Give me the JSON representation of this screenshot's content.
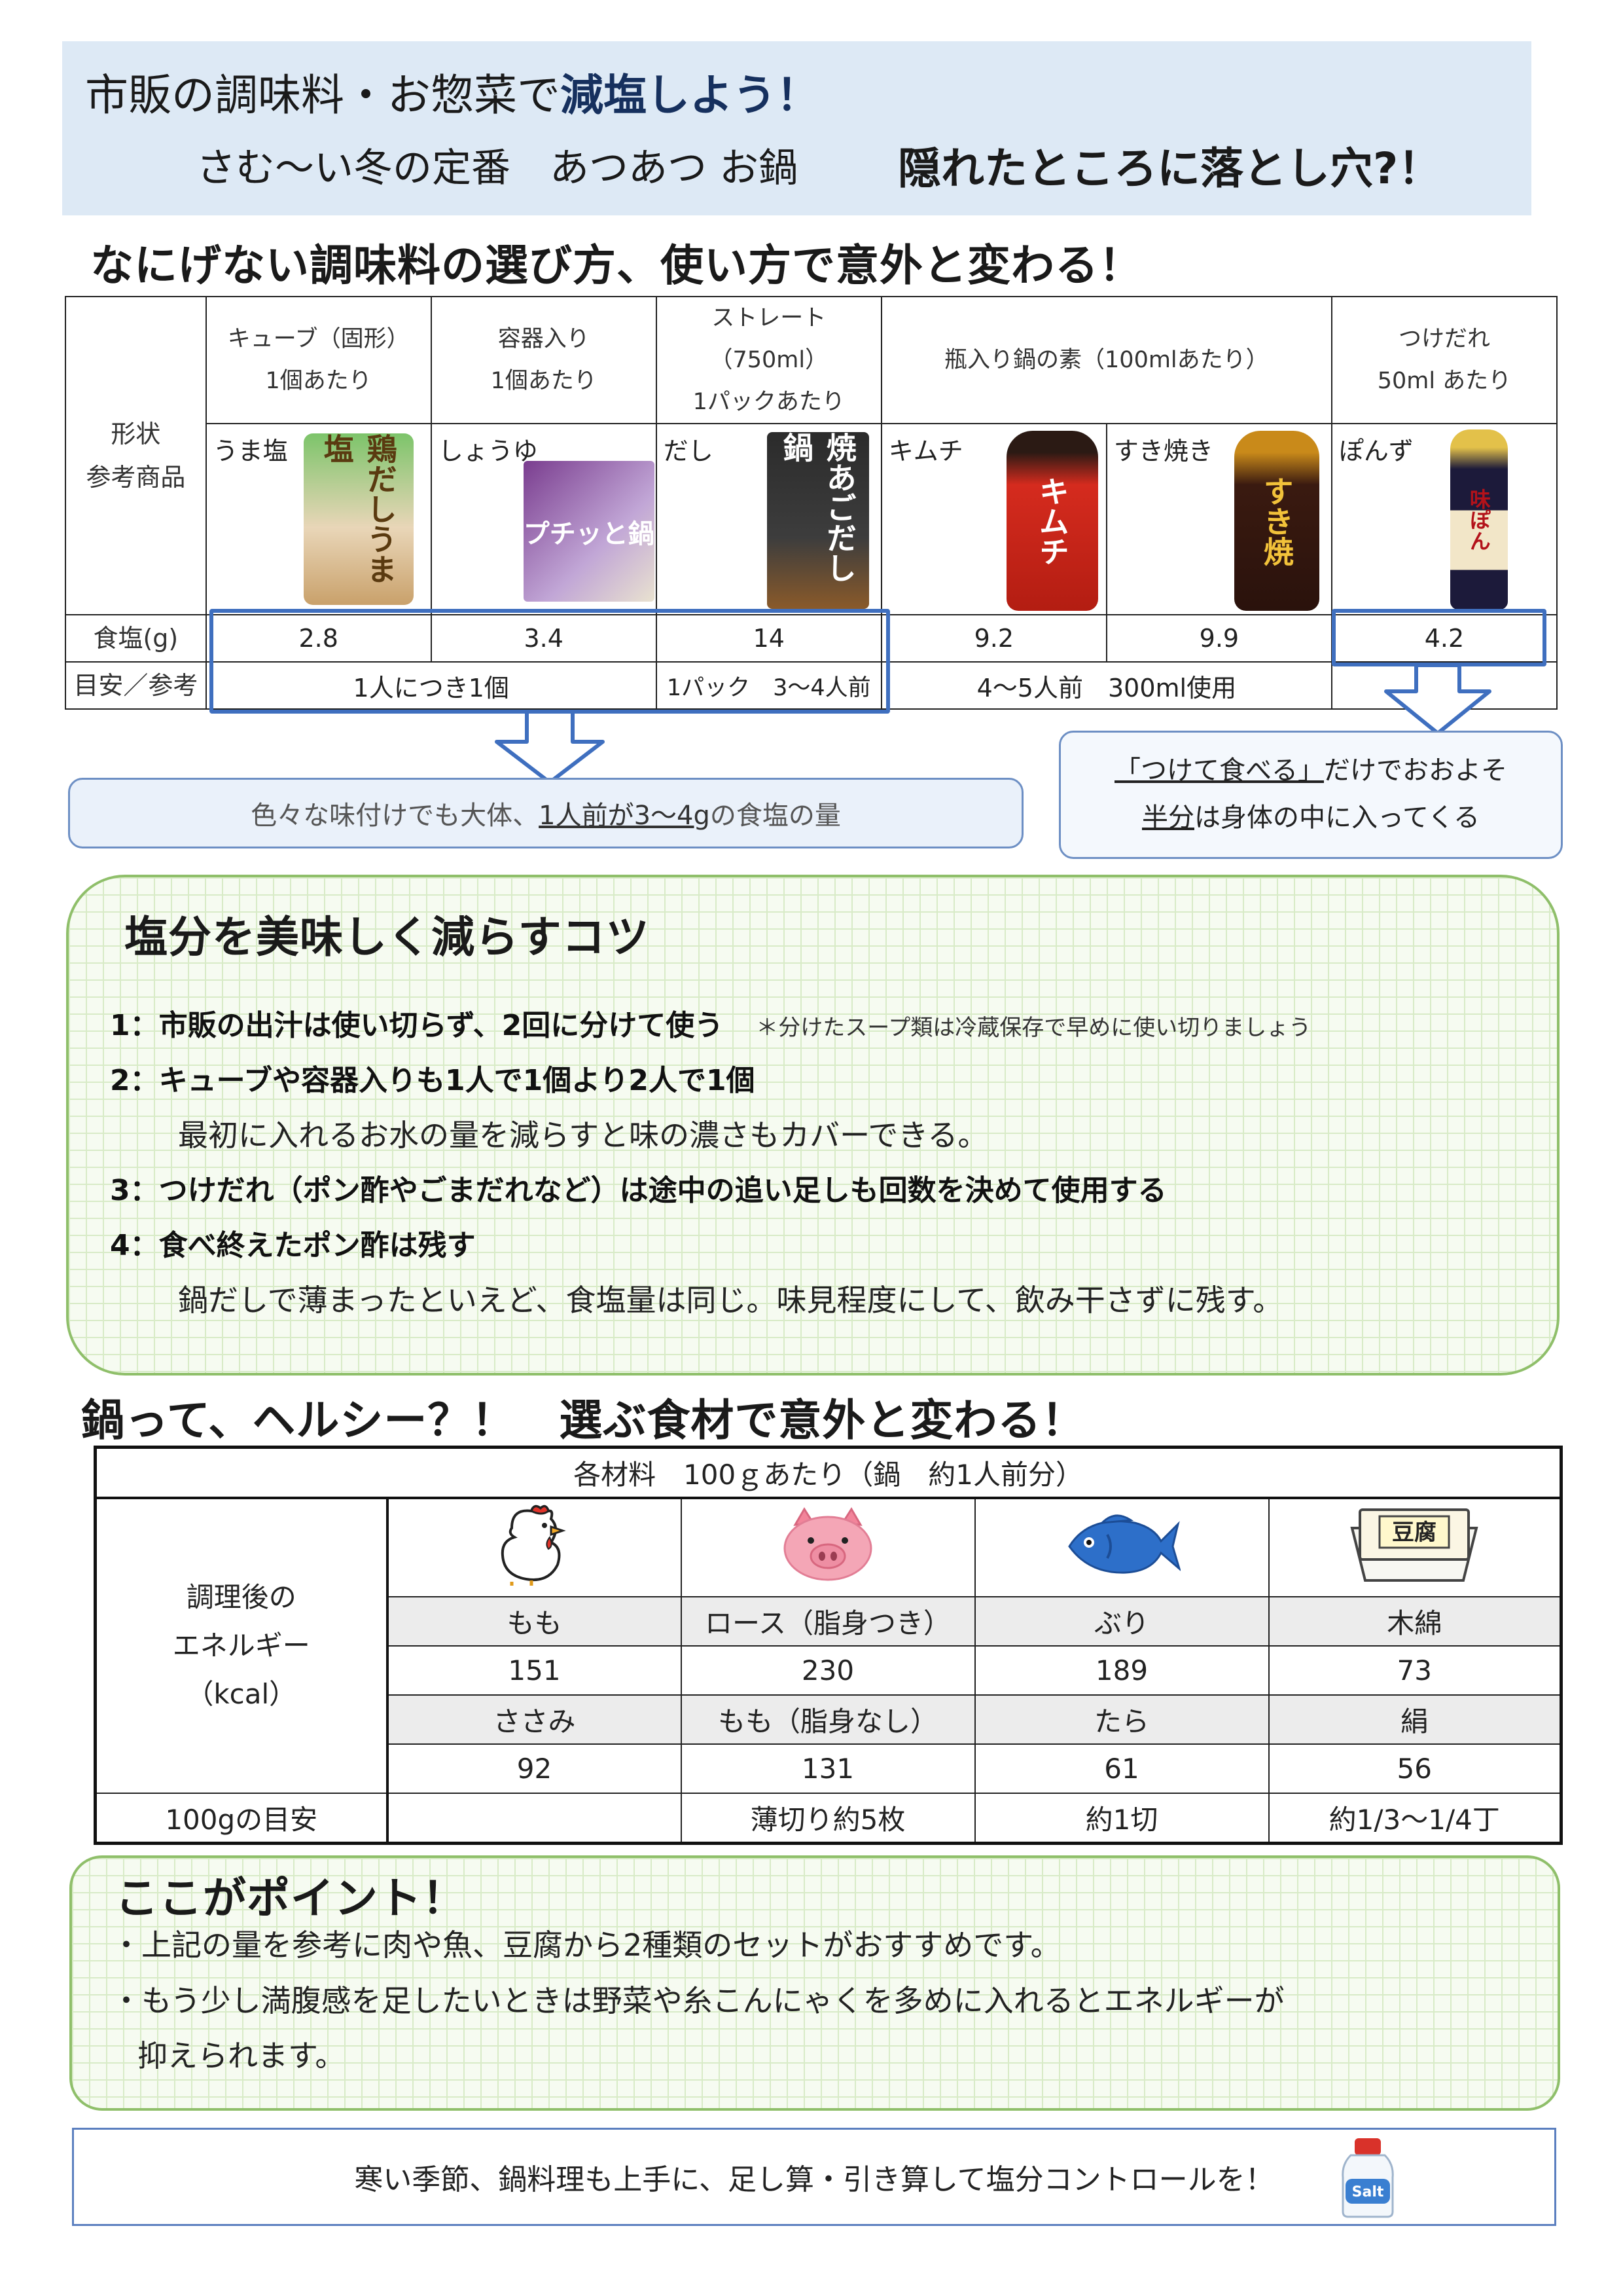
{
  "header": {
    "title_part1": "市販の調味料・お惣菜で",
    "title_part2": "減塩しよう！",
    "subtitle": "さむ〜い冬の定番　あつあつ お鍋",
    "subtitle_bold": "隠れたところに落とし穴?！"
  },
  "section1": {
    "heading": "なにげない調味料の選び方、使い方で意外と変わる！",
    "row_label_form": "形状",
    "row_label_product": "参考商品",
    "row_label_salt": "食塩(g)",
    "row_label_guide": "目安／参考",
    "col_headers": [
      {
        "line1": "キューブ（固形）",
        "line2": "1個あたり"
      },
      {
        "line1": "容器入り",
        "line2": "1個あたり"
      },
      {
        "line1": "ストレート",
        "line2": "（750ml）",
        "line3": "1パックあたり"
      },
      {
        "line1": "瓶入り鍋の素（100mlあたり）"
      },
      {
        "line1": "つけだれ",
        "line2": "50ml あたり"
      }
    ],
    "products": [
      {
        "label": "うま塩",
        "pkg_text": "鶏だしうま塩"
      },
      {
        "label": "しょうゆ",
        "pkg_text": "プチッと鍋"
      },
      {
        "label": "だし",
        "pkg_text": "焼あごだし鍋"
      },
      {
        "label": "キムチ",
        "pkg_text": "キムチ"
      },
      {
        "label": "すき焼き",
        "pkg_text": "すき焼"
      },
      {
        "label": "ぽんず",
        "pkg_text": "味ぽん"
      }
    ],
    "salt_values": [
      "2.8",
      "3.4",
      "14",
      "9.2",
      "9.9",
      "4.2"
    ],
    "guides": [
      "1人につき1個",
      "1パック　3〜4人前",
      "4〜5人前　300ml使用"
    ],
    "note1_pre": "色々な味付けでも大体、",
    "note1_underlined": "1人前が3〜4g",
    "note1_post": "の食塩の量",
    "note2_line1_underlined": "「つけて食べる」",
    "note2_line1_post": "だけでおおよそ",
    "note2_line2_underlined": "半分",
    "note2_line2_post": "は身体の中に入ってくる"
  },
  "tips": {
    "heading": "塩分を美味しく減らすコツ",
    "items": [
      {
        "text": "1：市販の出汁は使い切らず、2回に分けて使う",
        "note": "＊分けたスープ類は冷蔵保存で早めに使い切りましょう"
      },
      {
        "text": "2：キューブや容器入りも1人で1個より2人で1個",
        "sub": "最初に入れるお水の量を減らすと味の濃さもカバーできる。"
      },
      {
        "text": "3：つけだれ（ポン酢やごまだれなど）は途中の追い足しも回数を決めて使用する"
      },
      {
        "text": "4：食べ終えたポン酢は残す",
        "sub": "鍋だしで薄まったといえど、食塩量は同じ。味見程度にして、飲み干さずに残す。"
      }
    ]
  },
  "section2": {
    "heading": "鍋って、ヘルシー？！　選ぶ食材で意外と変わる！",
    "table_title": "各材料　100ｇあたり（鍋　約1人前分）",
    "row_label_lines": [
      "調理後の",
      "エネルギー",
      "（kcal）"
    ],
    "columns": [
      {
        "icon": "chicken-icon",
        "name1": "もも",
        "val1": "151",
        "name2": "ささみ",
        "val2": "92",
        "guide": ""
      },
      {
        "icon": "pig-icon",
        "name1": "ロース（脂身つき）",
        "val1": "230",
        "name2": "もも（脂身なし）",
        "val2": "131",
        "guide": "薄切り約5枚"
      },
      {
        "icon": "fish-icon",
        "name1": "ぶり",
        "val1": "189",
        "name2": "たら",
        "val2": "61",
        "guide": "約1切"
      },
      {
        "icon": "tofu-icon",
        "name1": "木綿",
        "val1": "73",
        "name2": "絹",
        "val2": "56",
        "guide": "約1/3〜1/4丁",
        "icon_text": "豆腐"
      }
    ],
    "guide_label": "100gの目安"
  },
  "point": {
    "heading": "ここがポイント！",
    "line1": "・上記の量を参考に肉や魚、豆腐から2種類のセットがおすすめです。",
    "line2": "・もう少し満腹感を足したいときは野菜や糸こんにゃくを多めに入れるとエネルギーが",
    "line3": "抑えられます。"
  },
  "footer": {
    "text": "寒い季節、鍋料理も上手に、足し算・引き算して塩分コントロールを！",
    "salt_label": "Salt"
  },
  "colors": {
    "accent_blue": "#3f6fbf",
    "title_navy": "#16305e",
    "green_border": "#8fbf6a"
  }
}
